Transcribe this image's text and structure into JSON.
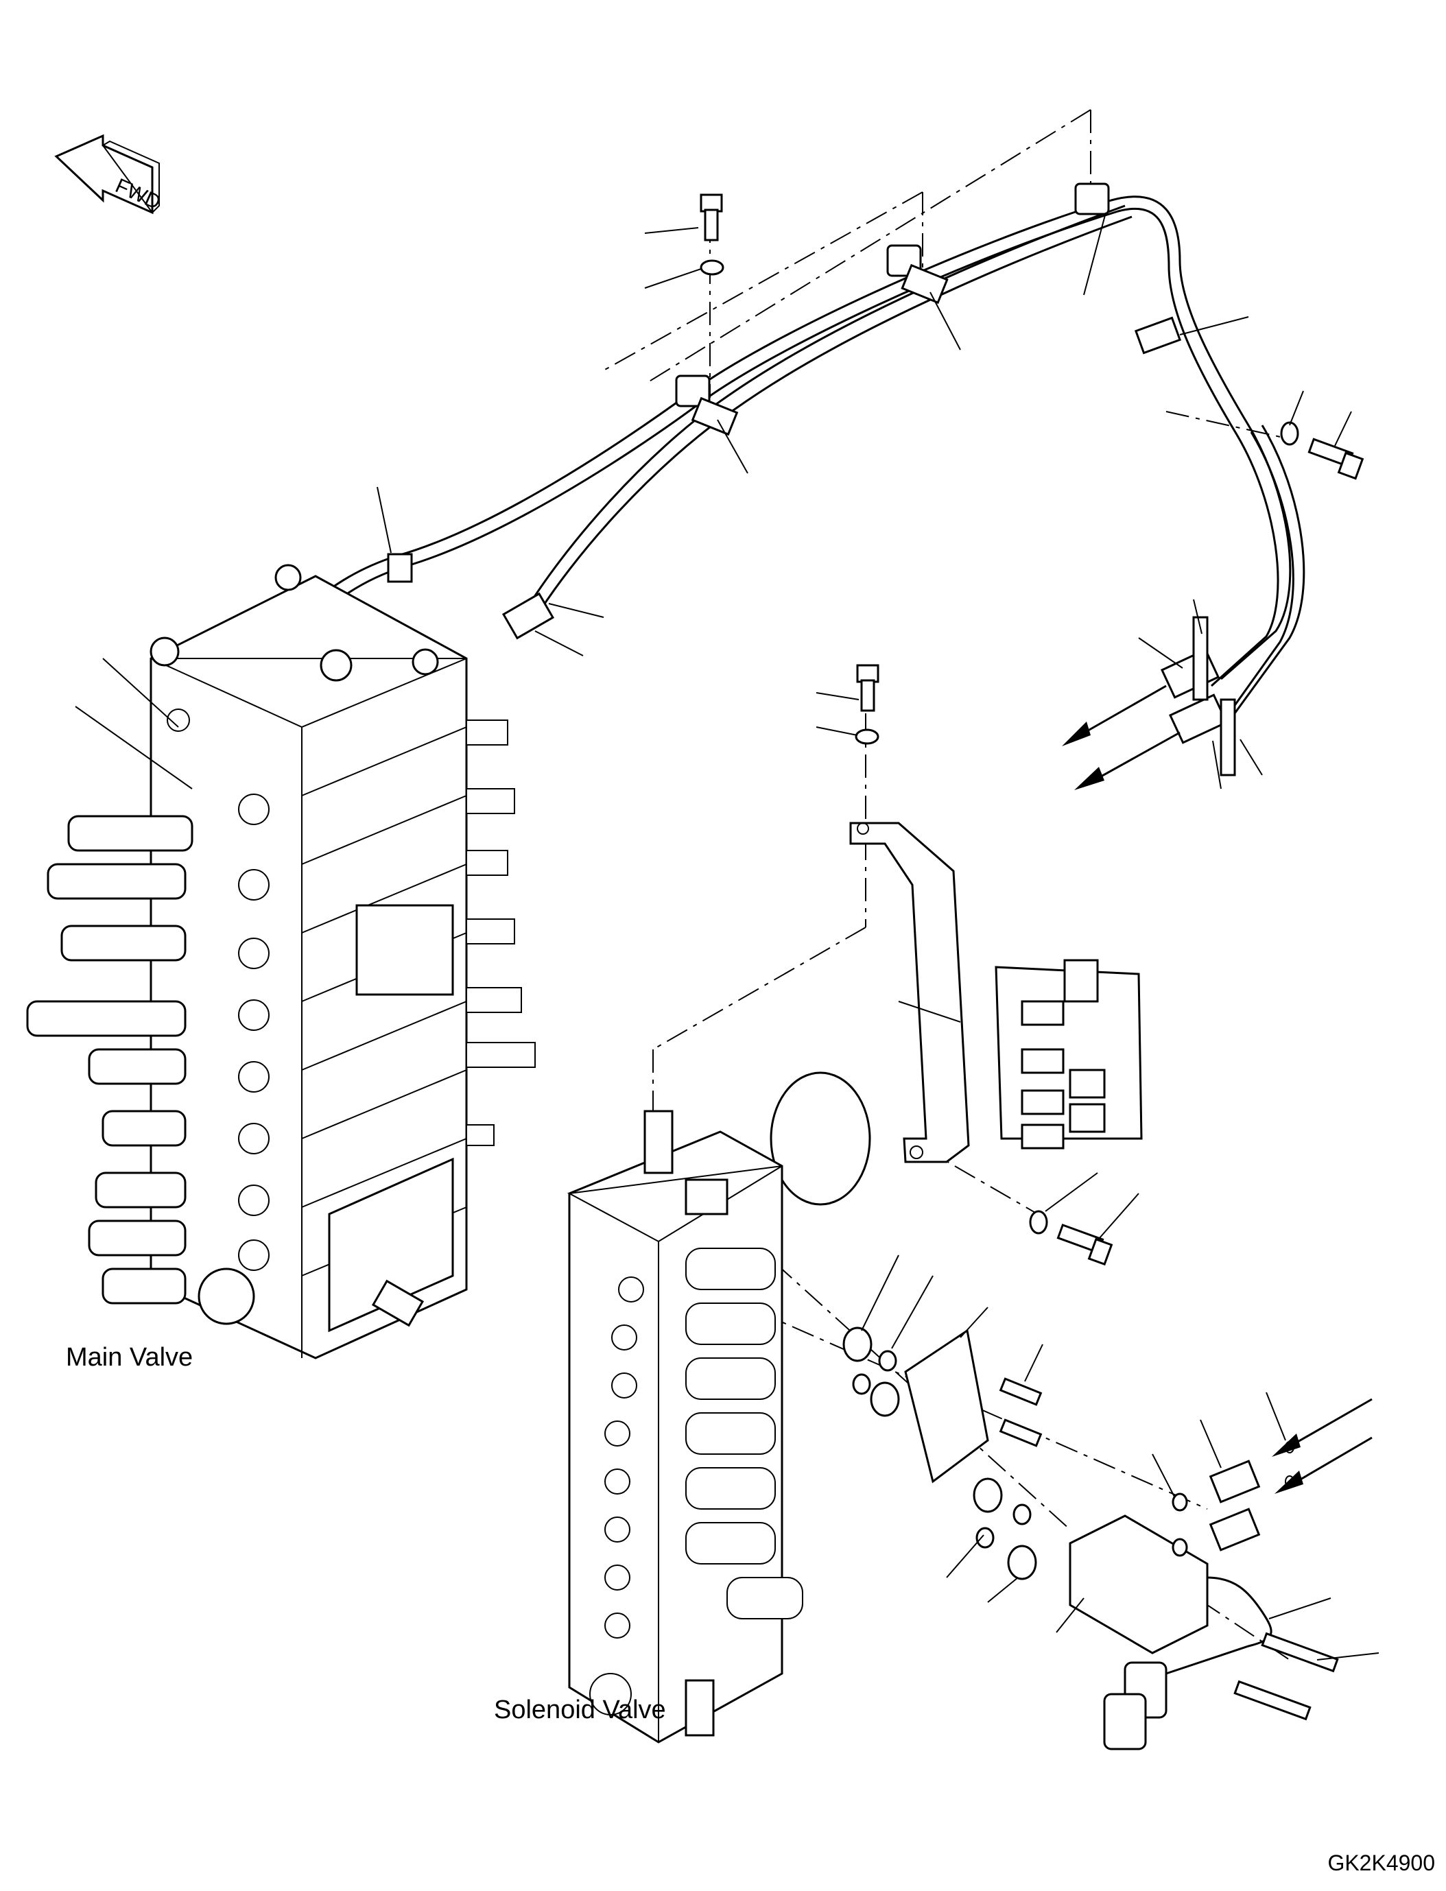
{
  "labels": {
    "main_valve": "Main Valve",
    "solenoid_valve": "Solenoid Valve",
    "fwd": "FWD",
    "drawing_code": "GK2K4900"
  },
  "icons": {
    "fwd_arrow": "fwd-arrow-icon",
    "flow_arrows": "arrow-icon"
  }
}
